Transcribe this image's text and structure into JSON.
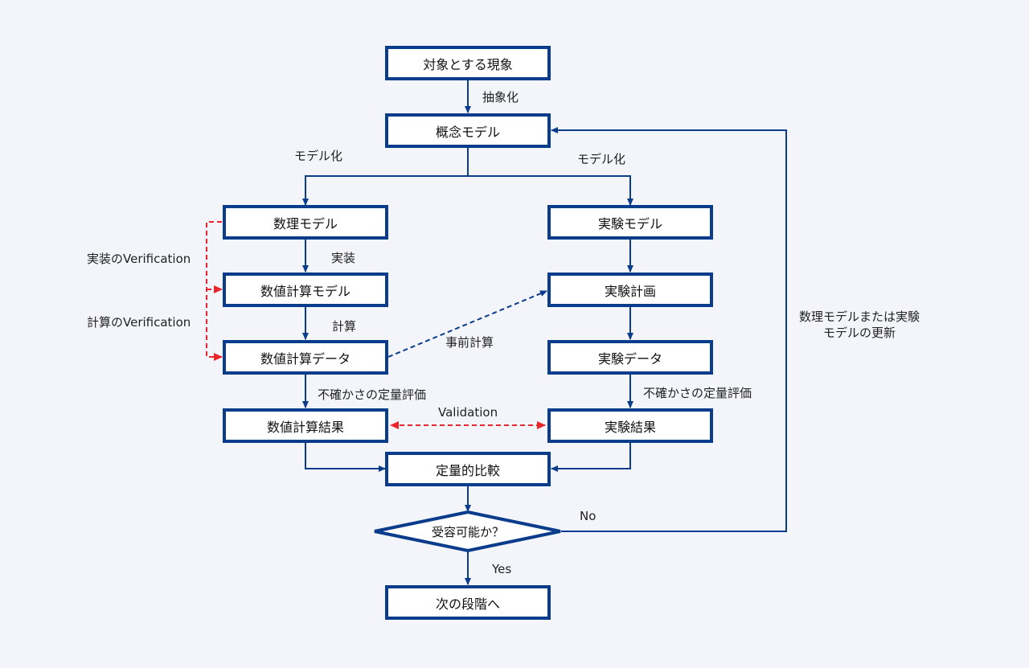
{
  "colors": {
    "node_border": "#0a3c8c",
    "arrow": "#0a3c8c",
    "verification": "#e8262b",
    "background": "#f3f5fa"
  },
  "nodes": {
    "phenomenon": "対象とする現象",
    "conceptual_model": "概念モデル",
    "math_model": "数理モデル",
    "exp_model": "実験モデル",
    "numerical_model": "数値計算モデル",
    "exp_plan": "実験計画",
    "numerical_data": "数値計算データ",
    "exp_data": "実験データ",
    "numerical_result": "数値計算結果",
    "exp_result": "実験結果",
    "quant_compare": "定量的比較",
    "decision": "受容可能か？",
    "next_stage": "次の段階へ"
  },
  "labels": {
    "abstraction": "抽象化",
    "modeling_left": "モデル化",
    "modeling_right": "モデル化",
    "implementation": "実装",
    "computation": "計算",
    "uq_left": "不確かさの定量評価",
    "uq_right": "不確かさの定量評価",
    "pre_calc": "事前計算",
    "validation": "Validation",
    "impl_verification": "実装のVerification",
    "calc_verification": "計算のVerification",
    "update": "数理モデルまたは実験モデルの更新",
    "no": "No",
    "yes": "Yes"
  }
}
